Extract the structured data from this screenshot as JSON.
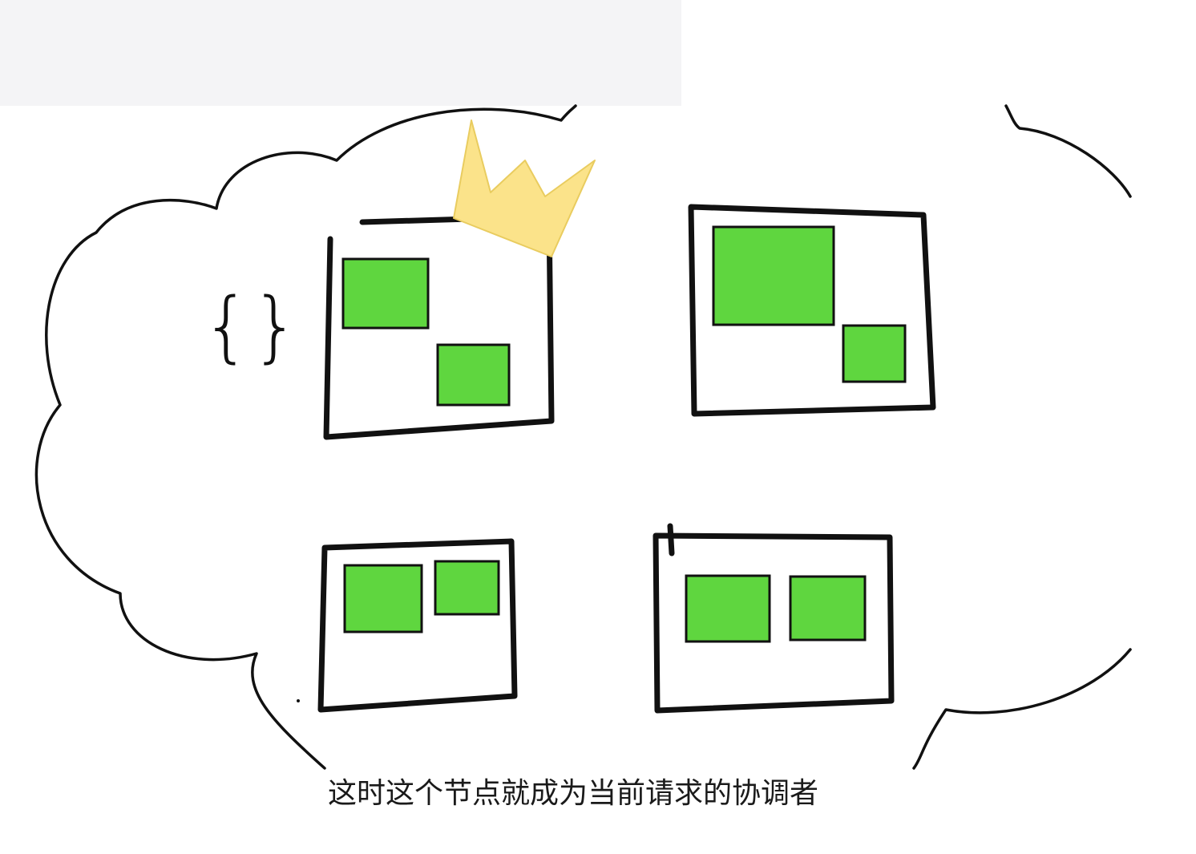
{
  "caption": "这时这个节点就成为当前请求的协调者",
  "colors": {
    "background": "#ffffff",
    "top_strip": "#f4f4f6",
    "outline": "#111111",
    "shard_fill": "#5fd63f",
    "crown_fill": "#fbe38a",
    "crown_stroke": "#e9cc5f"
  },
  "diagram": {
    "cluster_shape": "cloud",
    "coordinator_icon": "crown",
    "request_icon": "curly-braces",
    "nodes": [
      {
        "name": "node-top-left",
        "shard_count": 2,
        "is_coordinator": true
      },
      {
        "name": "node-top-right",
        "shard_count": 2,
        "is_coordinator": false
      },
      {
        "name": "node-bottom-left",
        "shard_count": 2,
        "is_coordinator": false
      },
      {
        "name": "node-bottom-right",
        "shard_count": 2,
        "is_coordinator": false
      }
    ]
  }
}
